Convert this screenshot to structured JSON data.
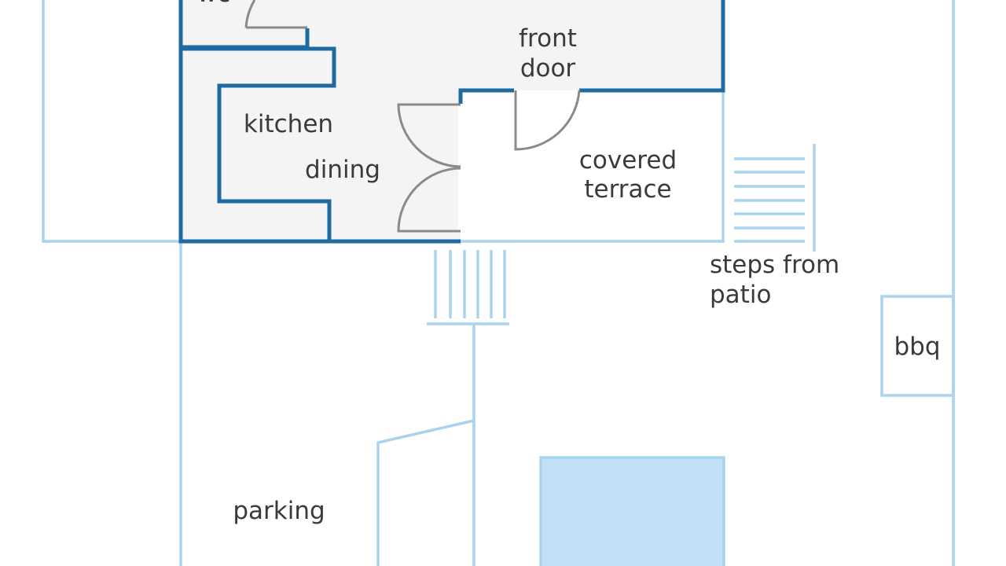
{
  "labels": {
    "wc": "wc",
    "front_door_line1": "front",
    "front_door_line2": "door",
    "kitchen": "kitchen",
    "dining": "dining",
    "covered_terrace_line1": "covered",
    "covered_terrace_line2": "terrace",
    "steps_line1": "steps from",
    "steps_line2": "patio",
    "bbq": "bbq",
    "parking": "parking"
  },
  "colors": {
    "interior_wall": "#1f6aa0",
    "exterior_outline": "#a9d3ef",
    "interior_fill": "#f4f4f4",
    "pool_fill": "#c3e1f6",
    "door_swing": "#8a8a8a",
    "label_text": "#3a3a3a"
  }
}
